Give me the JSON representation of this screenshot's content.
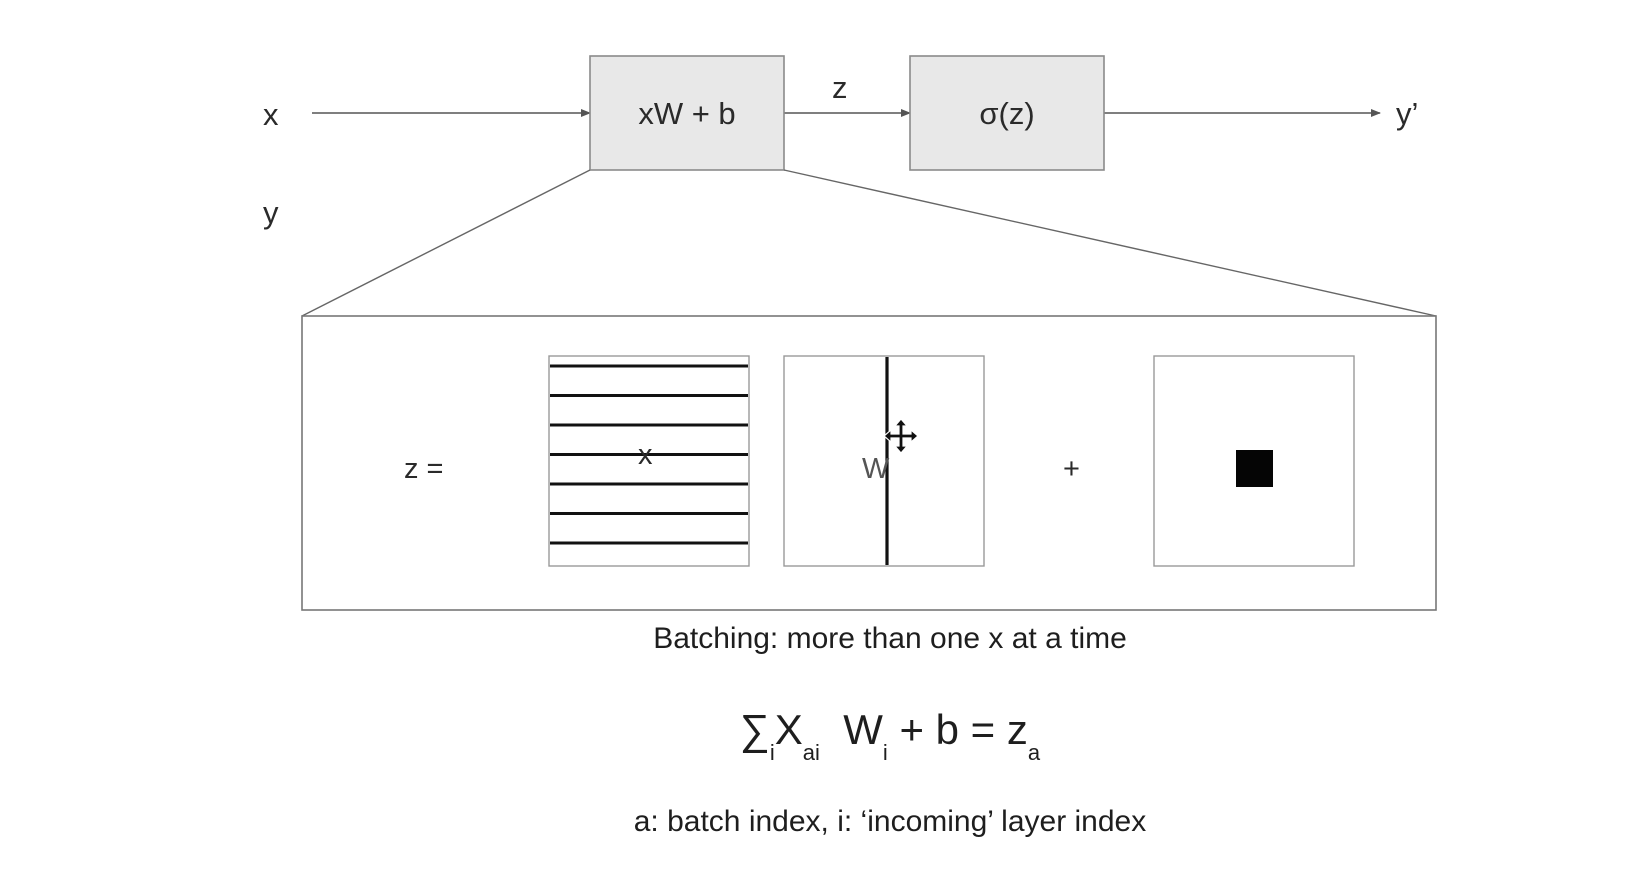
{
  "flow": {
    "input_x": "x",
    "input_y": "y",
    "linear_box": "xW + b",
    "z_label": "z",
    "activation_box": "σ(z)",
    "output": "y’"
  },
  "detail": {
    "z_equals": "z =",
    "x_matrix_label": "x",
    "w_matrix_label": "W",
    "plus": "+",
    "x_row_count": 7
  },
  "caption_batching": "Batching: more than one x at a time",
  "formula": {
    "sum": "∑",
    "sum_sub": "i",
    "x": "X",
    "x_sub": "ai",
    "w": "W",
    "w_sub": "i",
    "rest": "+ b  = z",
    "z_sub": "a"
  },
  "caption_index": "a: batch index, i: ‘incoming’ layer index",
  "colors": {
    "box_fill": "#e8e8e8",
    "box_stroke": "#8a8a8a",
    "line": "#555555",
    "matrix_stroke": "#111111"
  },
  "icons": {
    "cursor": "move-cursor-icon"
  }
}
